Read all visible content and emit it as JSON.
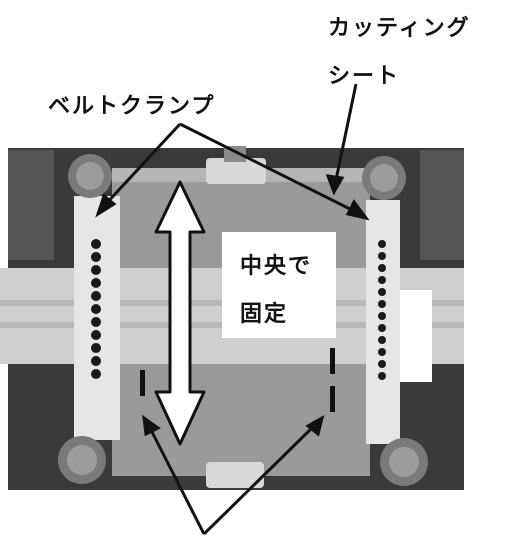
{
  "labels": {
    "belt_clamp": "ベルトクランプ",
    "cutting_sheet_line1": "カッティング",
    "cutting_sheet_line2": "シート",
    "center_line1": "中央で",
    "center_line2": "固定"
  },
  "colors": {
    "frame": "#3a3a3a",
    "plate": "#9a9a9a",
    "clamp_bar": "#e6e6e6",
    "belt": "#cfcfcf",
    "knob": "#7a7a7a",
    "ink": "#111111",
    "arrow_fill": "#ffffff"
  }
}
